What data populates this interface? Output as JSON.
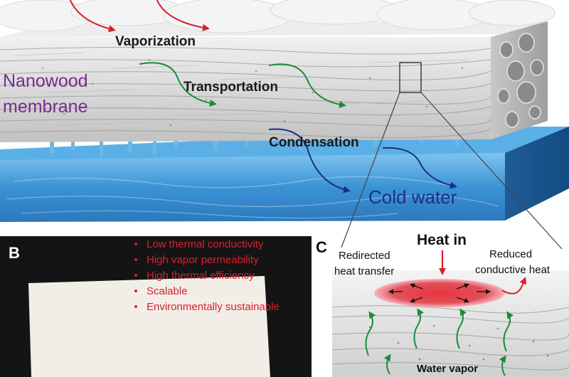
{
  "panel_a": {
    "labels": {
      "vaporization": "Vaporization",
      "nanowood_line1": "Nanowood",
      "nanowood_line2": "membrane",
      "transportation": "Transportation",
      "condensation": "Condensation",
      "cold_water": "Cold water"
    }
  },
  "panel_b": {
    "letter": "B",
    "properties": [
      "Low thermal conductivity",
      "High vapor permeability",
      "High thermal efficiency",
      "Scalable",
      "Environmentally sustainable"
    ]
  },
  "panel_c": {
    "letter": "C",
    "heat_in": "Heat in",
    "redirected_line1": "Redirected",
    "redirected_line2": "heat transfer",
    "reduced_line1": "Reduced",
    "reduced_line2": "conductive heat",
    "water_vapor": "Water vapor"
  },
  "colors": {
    "red_arrow": "#d81e2a",
    "green_arrow": "#1e8a3c",
    "blue_arrow": "#1a2f8a",
    "purple_label": "#7a2a90",
    "red_text": "#d8202a",
    "water": "#2f86c8"
  }
}
